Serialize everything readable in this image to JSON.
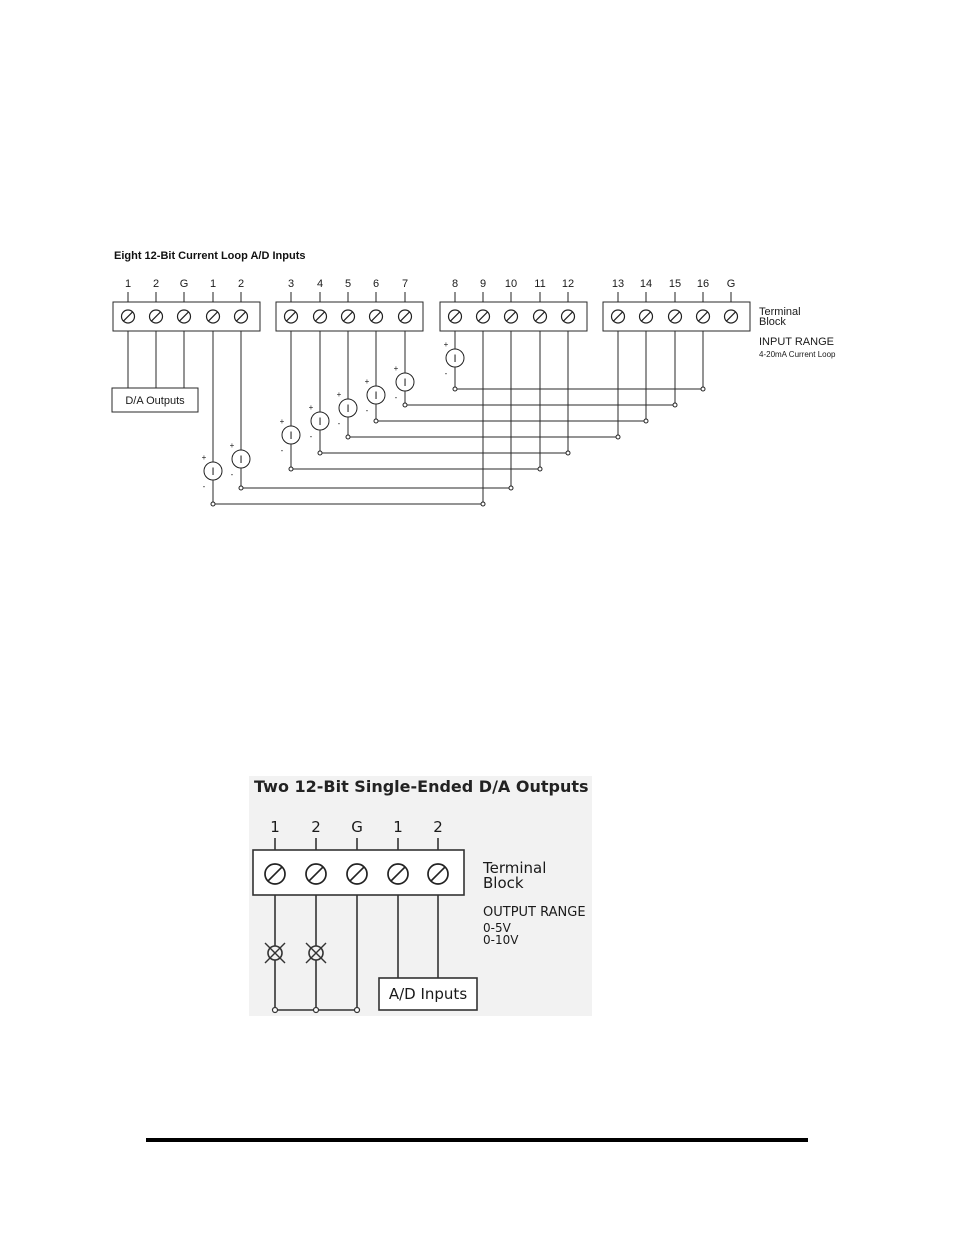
{
  "top_diagram": {
    "title": "Eight 12-Bit Current Loop A/D Inputs",
    "blocks": [
      [
        "1",
        "2",
        "G",
        "1",
        "2"
      ],
      [
        "3",
        "4",
        "5",
        "6",
        "7"
      ],
      [
        "8",
        "9",
        "10",
        "11",
        "12"
      ],
      [
        "13",
        "14",
        "15",
        "16",
        "G"
      ]
    ],
    "terminal_label_line1": "Terminal",
    "terminal_label_line2": "Block",
    "range_label": "INPUT RANGE",
    "range_value": "4-20mA Current Loop",
    "outputs_box_label": "D/A Outputs",
    "source_symbol": "I",
    "plus": "+",
    "minus": "-"
  },
  "bottom_diagram": {
    "title": "Two 12-Bit Single-Ended D/A Outputs",
    "terminals": [
      "1",
      "2",
      "G",
      "1",
      "2"
    ],
    "terminal_label_line1": "Terminal",
    "terminal_label_line2": "Block",
    "range_label": "OUTPUT RANGE",
    "range_values": [
      "0-5V",
      "0-10V"
    ],
    "inputs_box_label": "A/D Inputs"
  }
}
